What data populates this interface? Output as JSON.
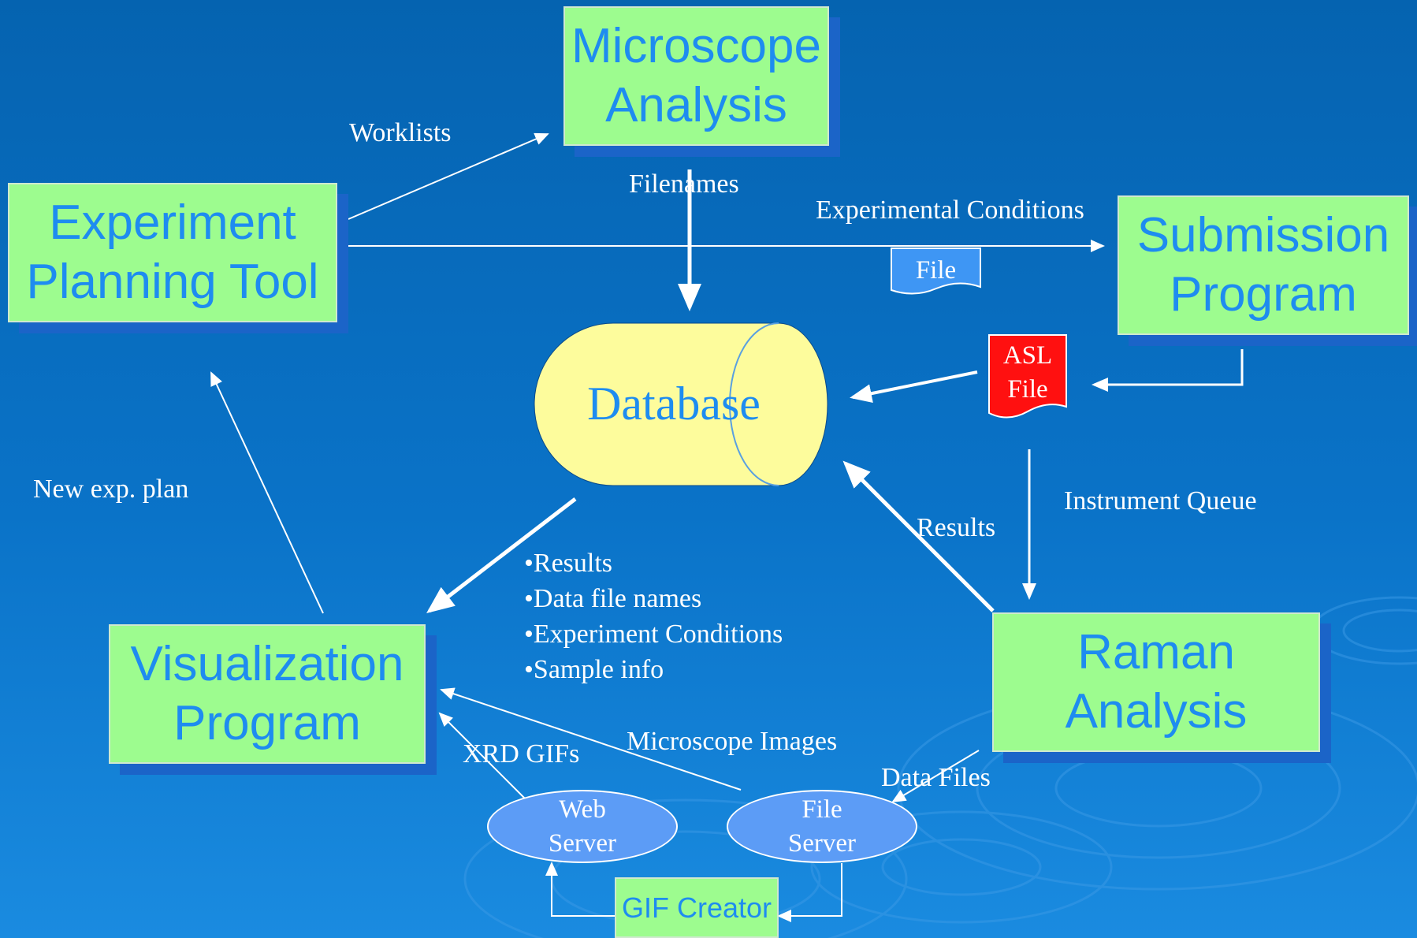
{
  "nodes": {
    "microscope": {
      "lines": [
        "Microscope",
        "Analysis"
      ]
    },
    "experiment": {
      "lines": [
        "Experiment",
        "Planning Tool"
      ]
    },
    "submission": {
      "lines": [
        "Submission",
        "Program"
      ]
    },
    "visualization": {
      "lines": [
        "Visualization",
        "Program"
      ]
    },
    "raman": {
      "lines": [
        "Raman",
        "Analysis"
      ]
    },
    "database": {
      "label": "Database"
    },
    "gif_creator": {
      "label": "GIF Creator"
    },
    "web_server": {
      "lines": [
        "Web",
        "Server"
      ]
    },
    "file_server": {
      "lines": [
        "File",
        "Server"
      ]
    },
    "file_doc": {
      "label": "File"
    },
    "asl_file": {
      "lines": [
        "ASL",
        "File"
      ]
    }
  },
  "edges": {
    "worklists": "Worklists",
    "filenames": "Filenames",
    "experimental_conditions": "Experimental Conditions",
    "new_exp_plan": "New exp. plan",
    "instrument_queue": "Instrument Queue",
    "results": "Results",
    "xrd_gifs": "XRD GIFs",
    "microscope_images": "Microscope Images",
    "data_files": "Data Files"
  },
  "db_to_viz_bullets": [
    "Results",
    "Data file names",
    "Experiment Conditions",
    "Sample info"
  ],
  "colors": {
    "background": "#0a6ec2",
    "box_fill": "#9dfc8f",
    "box_text": "#1e8cf0",
    "box_shadow": "#1b64c8",
    "database_fill": "#fdfc9c",
    "server_fill": "#5c9cf6",
    "file_doc_fill": "#3e96f4",
    "asl_doc_fill": "#ff1010",
    "arrow": "#ffffff"
  }
}
